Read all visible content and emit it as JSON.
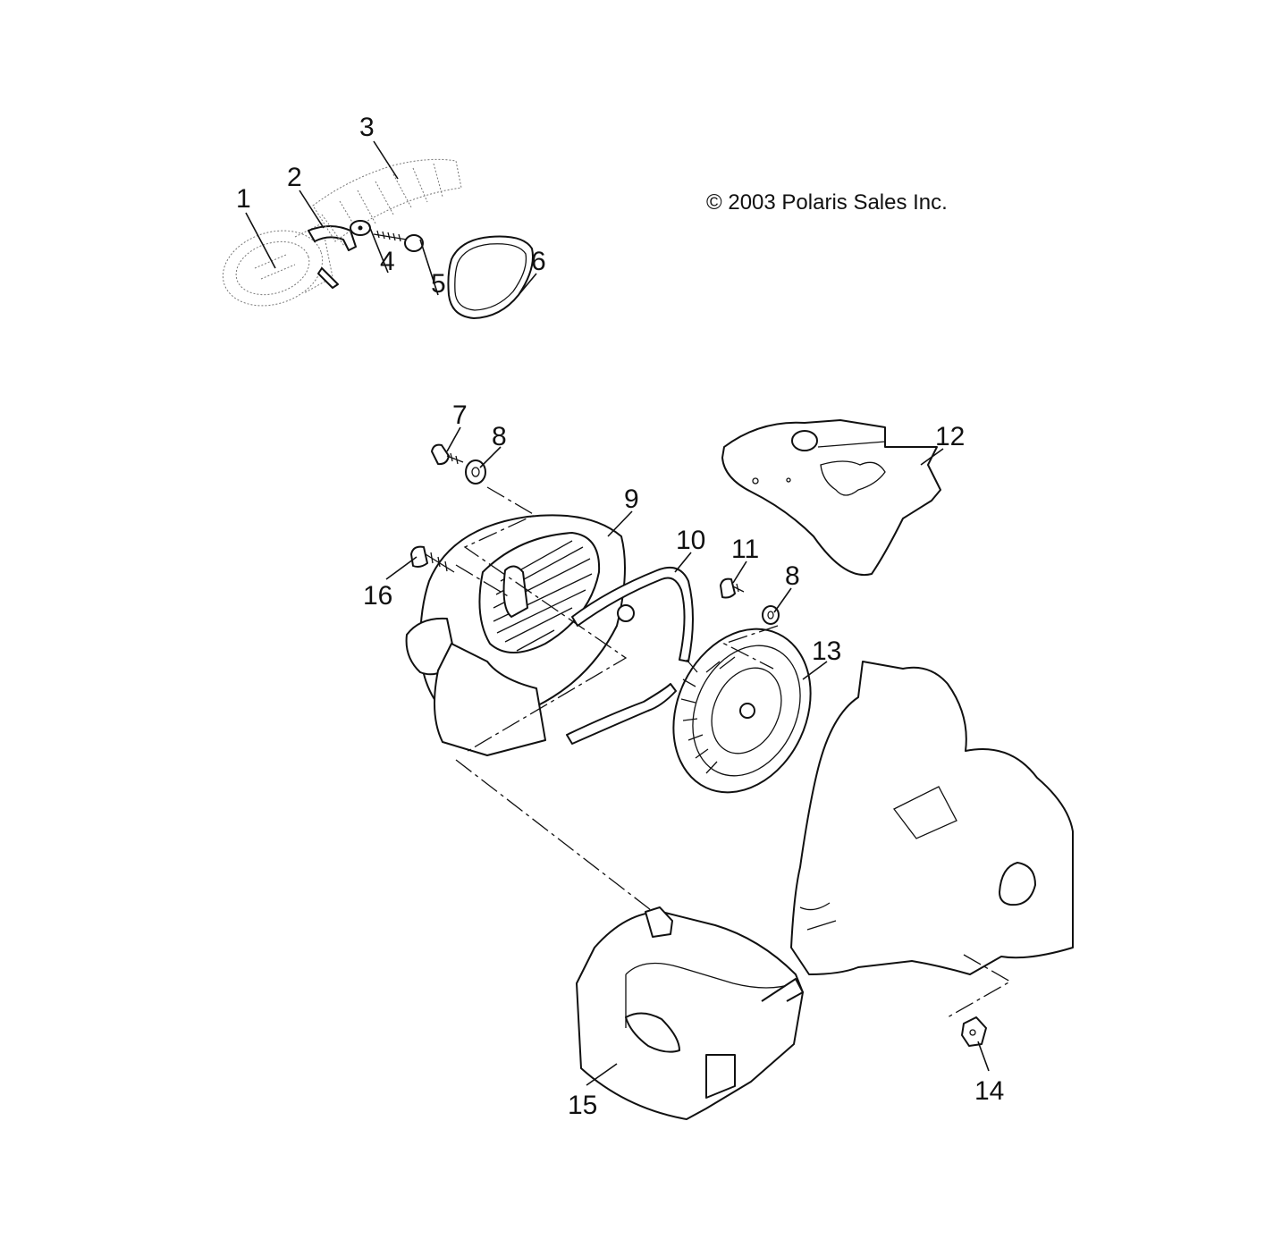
{
  "copyright": "© 2003 Polaris Sales Inc.",
  "callouts": [
    {
      "id": "1",
      "label": "1"
    },
    {
      "id": "2",
      "label": "2"
    },
    {
      "id": "3",
      "label": "3"
    },
    {
      "id": "4",
      "label": "4"
    },
    {
      "id": "5",
      "label": "5"
    },
    {
      "id": "6",
      "label": "6"
    },
    {
      "id": "7",
      "label": "7"
    },
    {
      "id": "8a",
      "label": "8"
    },
    {
      "id": "9",
      "label": "9"
    },
    {
      "id": "10",
      "label": "10"
    },
    {
      "id": "11",
      "label": "11"
    },
    {
      "id": "8b",
      "label": "8"
    },
    {
      "id": "12",
      "label": "12"
    },
    {
      "id": "13",
      "label": "13"
    },
    {
      "id": "14",
      "label": "14"
    },
    {
      "id": "15",
      "label": "15"
    },
    {
      "id": "16",
      "label": "16"
    }
  ]
}
